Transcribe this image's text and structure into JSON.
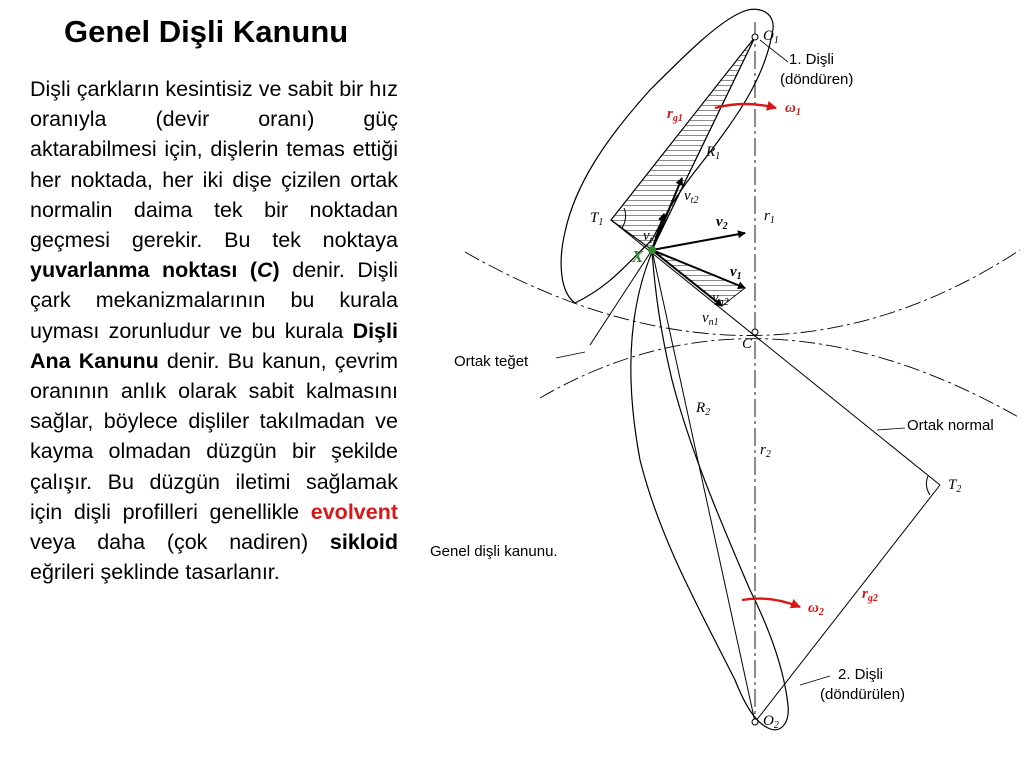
{
  "title": "Genel Dişli Kanunu",
  "paragraph": {
    "p1": "Dişli çarkların kesintisiz ve sabit bir hız oranıyla (devir oranı) güç aktarabilmesi için, dişlerin temas ettiği her noktada, her iki dişe çizilen ortak normalin daima tek bir noktadan geçmesi gerekir. Bu tek noktaya ",
    "term1": "yuvarlanma noktası (",
    "term1_c": "C",
    "term1_end": ")",
    "p2": " denir. Dişli çark mekanizmalarının bu kurala uyması zorunludur ve bu kurala ",
    "term2": "Dişli Ana Kanunu",
    "p3": " denir. Bu kanun, çevrim oranının anlık olarak sabit kalmasını sağlar, böylece dişliler takılmadan ve kayma olmadan düzgün bir şekilde çalışır. Bu düzgün iletimi sağlamak için dişli profilleri genellikle ",
    "term3": "evolvent",
    "p4": " veya daha (çok nadiren) ",
    "term4": "sikloid",
    "p5": " eğrileri şeklinde tasarlanır."
  },
  "diagram": {
    "caption": "Genel dişli kanunu.",
    "gear1_line1": "1. Dişli",
    "gear1_line2": "(döndüren)",
    "gear2_line1": "2. Dişli",
    "gear2_line2": "(döndürülen)",
    "common_tangent": "Ortak teğet",
    "common_normal": "Ortak normal",
    "sym": {
      "O1": "O",
      "O1_sub": "1",
      "O2": "O",
      "O2_sub": "2",
      "T1": "T",
      "T1_sub": "1",
      "T2": "T",
      "T2_sub": "2",
      "C": "C",
      "X": "X",
      "R1": "R",
      "R1_sub": "1",
      "R2": "R",
      "R2_sub": "2",
      "r1": "r",
      "r1_sub": "1",
      "r2": "r",
      "r2_sub": "2",
      "rg1": "r",
      "rg1_sub": "g1",
      "rg2": "r",
      "rg2_sub": "g2",
      "w1": "ω",
      "w1_sub": "1",
      "w2": "ω",
      "w2_sub": "2",
      "v1": "v",
      "v1_sub": "1",
      "v2": "v",
      "v2_sub": "2",
      "vt1": "v",
      "vt1_sub": "t1",
      "vt2": "v",
      "vt2_sub": "t2",
      "vn1": "v",
      "vn1_sub": "n1",
      "vn2": "v",
      "vn2_sub": "n2"
    },
    "colors": {
      "ink": "#000000",
      "x_point": "#2e8b2e",
      "omega_arrow": "#d81818",
      "highlight": "#d81818"
    }
  }
}
